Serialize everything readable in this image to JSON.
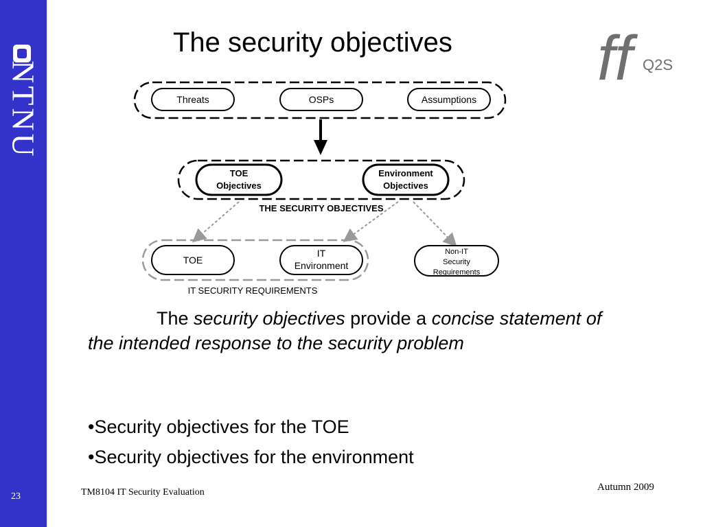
{
  "sidebar": {
    "brand": "NTNU",
    "page_number": "23"
  },
  "logo": {
    "q2s_text": "Q2S"
  },
  "slide": {
    "title": "The security objectives"
  },
  "diagram": {
    "row1": [
      "Threats",
      "OSPs",
      "Assumptions"
    ],
    "row2": {
      "toe_line1": "TOE",
      "toe_line2": "Objectives",
      "env_line1": "Environment",
      "env_line2": "Objectives"
    },
    "row2_label": "THE SECURITY OBJECTIVES",
    "row3": {
      "toe": "TOE",
      "it_line1": "IT",
      "it_line2": "Environment",
      "nonit_line1": "Non-IT",
      "nonit_line2": "Security",
      "nonit_line3": "Requirements"
    },
    "row3_label": "IT SECURITY REQUIREMENTS"
  },
  "body": {
    "p1": "The ",
    "p2": "security objectives",
    "p3": " provide a ",
    "p4": "concise statement of the intended response to the security problem"
  },
  "bullets": [
    "•Security objectives for the TOE",
    "•Security objectives for the environment"
  ],
  "footer": {
    "course": "TM8104 IT Security Evaluation",
    "date": "Autumn 2009"
  },
  "colors": {
    "sidebar": "#3333cc",
    "logo_gray": "#707070"
  }
}
